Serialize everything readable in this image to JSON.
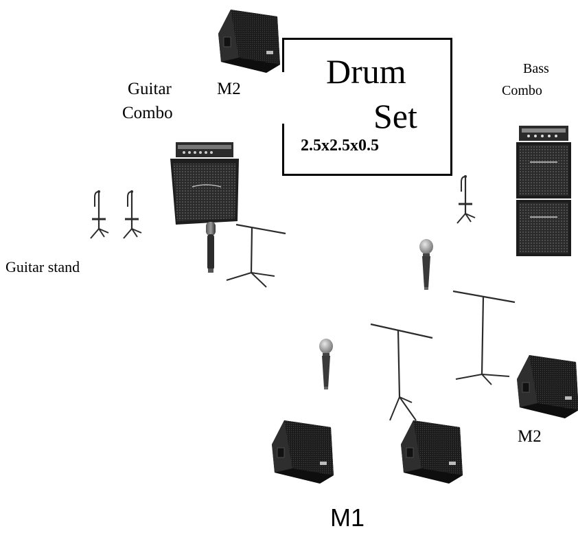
{
  "labels": {
    "drum_line1": "Drum",
    "drum_line2": "Set",
    "drum_size": "2.5x2.5x0.5",
    "guitar_combo_line1": "Guitar",
    "guitar_combo_line2": "Combo",
    "bass_combo_line1": "Bass",
    "bass_combo_line2": "Combo",
    "guitar_stand": "Guitar stand",
    "monitor_top": "M2",
    "monitor_right": "M2",
    "monitor_front": "M1"
  },
  "icons": [
    "stage-monitor-icon",
    "guitar-amp-stack-icon",
    "bass-amp-stack-icon",
    "guitar-stand-icon",
    "microphone-icon",
    "mic-boom-stand-icon"
  ],
  "colors": {
    "ink": "#000000",
    "speaker": "#1c1c1c",
    "metal": "#2b2b2b",
    "grille": "#9a9a9a"
  }
}
